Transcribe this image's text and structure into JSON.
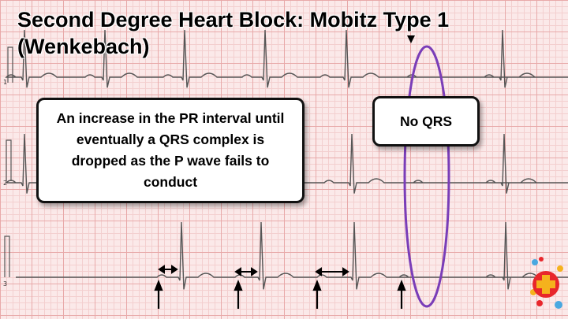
{
  "slide": {
    "title": "Second Degree Heart Block: Mobitz Type 1 (Wenkebach)",
    "callout_main": "An increase in the PR interval until eventually a QRS complex is dropped as the P wave fails to conduct",
    "callout_no_qrs": "No QRS",
    "lead_labels": [
      "1",
      "2",
      "3"
    ]
  },
  "colors": {
    "ecg_trace": "#555555",
    "annotation_ellipse": "#7a3db8",
    "arrows": "#000000",
    "grid_major": "#e8a9a9",
    "grid_minor": "#f3cfcf",
    "logo_red": "#e8262b",
    "logo_yellow": "#f5b21d",
    "logo_blue": "#4aa8e0"
  },
  "icons": [
    "down-triangle-marker-icon",
    "up-arrow-icon",
    "double-arrow-icon",
    "medical-cross-logo-icon"
  ]
}
